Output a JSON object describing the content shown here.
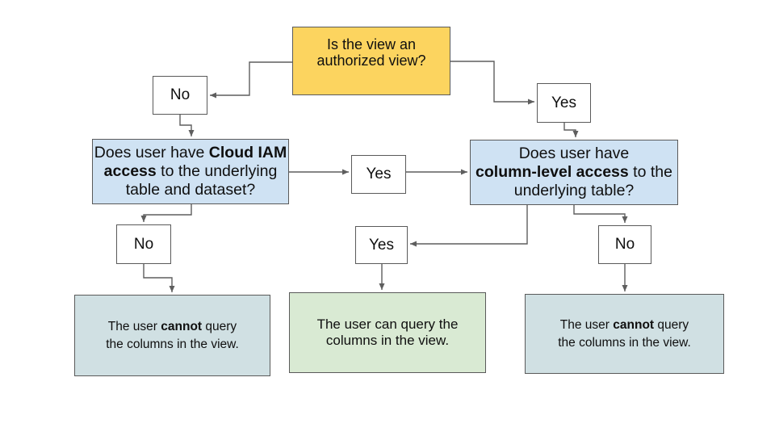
{
  "colors": {
    "bg": "#ffffff",
    "yellow": "#fcd45f",
    "blue": "#cfe2f3",
    "green": "#d9ead3",
    "cyan": "#d0e0e3",
    "line": "#5e5e5e",
    "border": "#5a5a5a",
    "text": "#0f0f0f"
  },
  "nodes": {
    "q_authorized": {
      "line1": "Is the view an",
      "line2": "authorized view?"
    },
    "no_top": {
      "label": "No"
    },
    "yes_top": {
      "label": "Yes"
    },
    "q_iam": {
      "l1_pre": "Does user have ",
      "l1_bold": "Cloud IAM",
      "l2_bold": "access",
      "l2_post": " to the underlying",
      "l3": "table and dataset?"
    },
    "yes_mid": {
      "label": "Yes"
    },
    "q_col": {
      "l1": "Does user have",
      "l2_bold": "column-level access",
      "l2_post": " to the",
      "l3": "underlying table?"
    },
    "no_iam": {
      "label": "No"
    },
    "yes_col": {
      "label": "Yes"
    },
    "no_col": {
      "label": "No"
    },
    "result_left": {
      "l1_pre": "The user ",
      "l1_bold": "cannot",
      "l1_post": " query",
      "l2": "the columns in the view."
    },
    "result_mid": {
      "l1": "The user can query the",
      "l2": "columns in the view."
    },
    "result_right": {
      "l1_pre": "The user ",
      "l1_bold": "cannot",
      "l1_post": " query",
      "l2": "the columns in the view."
    }
  }
}
